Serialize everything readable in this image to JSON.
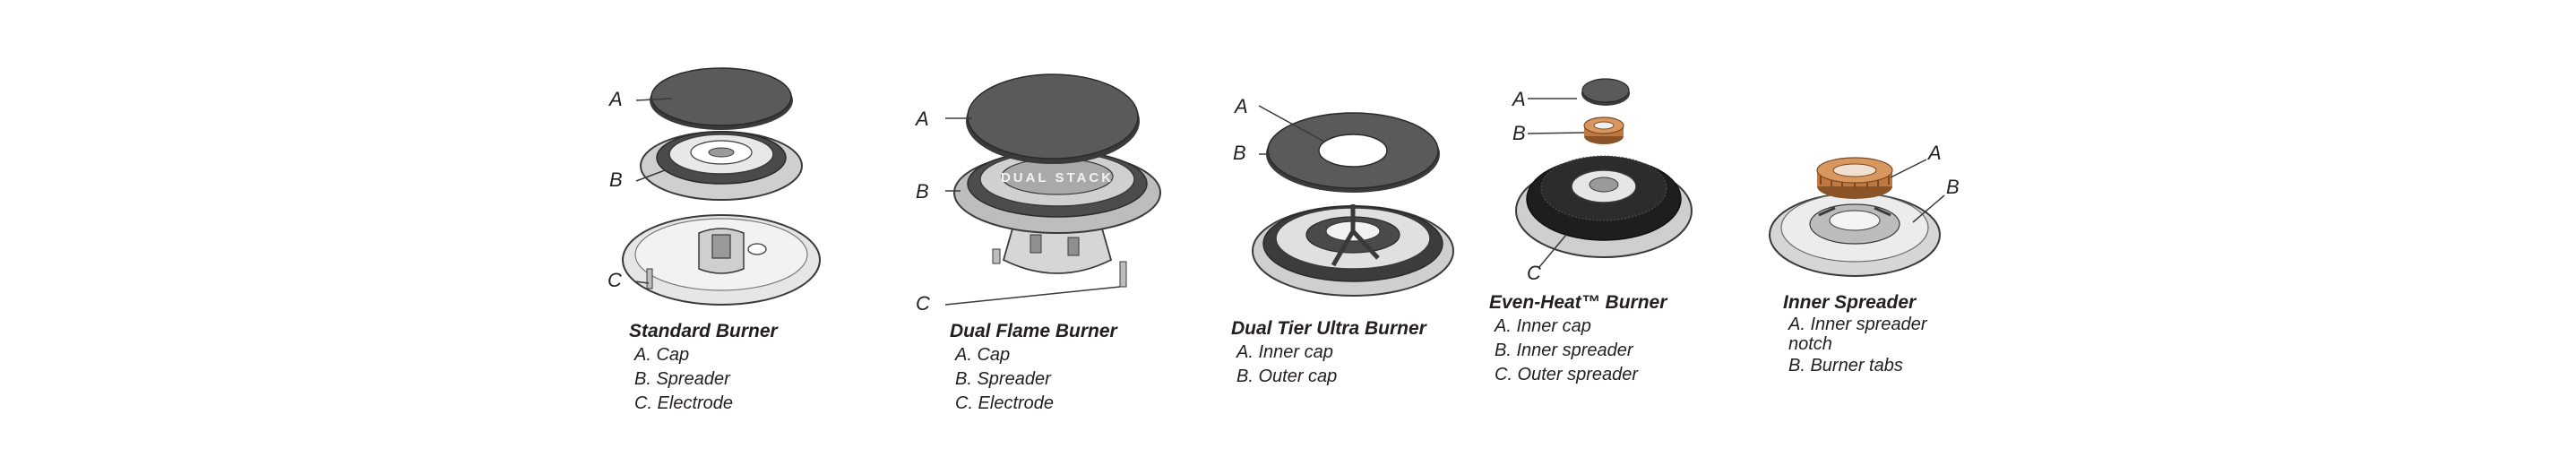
{
  "figures": [
    {
      "title": "Standard Burner",
      "letters": [
        "A",
        "B",
        "C"
      ],
      "items": [
        "A. Cap",
        "B. Spreader",
        "C. Electrode"
      ]
    },
    {
      "title": "Dual Flame Burner",
      "letters": [
        "A",
        "B",
        "C"
      ],
      "items": [
        "A. Cap",
        "B. Spreader",
        "C. Electrode"
      ],
      "embossed_text": "DUAL STACK"
    },
    {
      "title": "Dual Tier Ultra Burner",
      "letters": [
        "A",
        "B"
      ],
      "items": [
        "A. Inner cap",
        "B. Outer cap"
      ]
    },
    {
      "title": "Even-Heat™ Burner",
      "letters": [
        "A",
        "B",
        "C"
      ],
      "items": [
        "A. Inner cap",
        "B. Inner spreader",
        "C. Outer spreader"
      ]
    },
    {
      "title": "Inner Spreader",
      "letters": [
        "A",
        "B"
      ],
      "items": [
        "A. Inner spreader notch",
        "B. Burner tabs"
      ]
    }
  ],
  "colors": {
    "cap": "#5a5a5a",
    "outline": "#3a3a3a",
    "metal": "#d8d8d8",
    "brass": "#c07840",
    "text": "#231f20"
  }
}
